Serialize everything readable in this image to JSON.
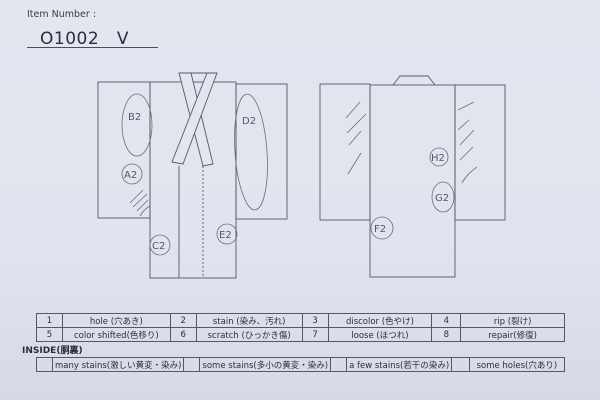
{
  "header": {
    "item_label": "Item Number :",
    "item_number": "O1002   V"
  },
  "diagrams": {
    "back_view": {
      "marks": [
        {
          "id": "B2",
          "label": "B2",
          "shape": "oval"
        },
        {
          "id": "A2",
          "label": "A2",
          "shape": "circle"
        },
        {
          "id": "D2",
          "label": "D2",
          "shape": "oval"
        },
        {
          "id": "C2",
          "label": "C2",
          "shape": "circle"
        },
        {
          "id": "E2",
          "label": "E2",
          "shape": "circle"
        }
      ]
    },
    "front_view": {
      "marks": [
        {
          "id": "H2",
          "label": "H2",
          "shape": "circle"
        },
        {
          "id": "G2",
          "label": "G2",
          "shape": "oval"
        },
        {
          "id": "F2",
          "label": "F2",
          "shape": "circle"
        }
      ]
    }
  },
  "legend": {
    "rows": [
      [
        {
          "num": "1",
          "label": "hole (穴あき)"
        },
        {
          "num": "2",
          "label": "stain (染み、汚れ)"
        },
        {
          "num": "3",
          "label": "discolor (色やけ)"
        },
        {
          "num": "4",
          "label": "rip (裂け)"
        }
      ],
      [
        {
          "num": "5",
          "label": "color shifted(色移り)"
        },
        {
          "num": "6",
          "label": "scratch (ひっかき傷)"
        },
        {
          "num": "7",
          "label": "loose (ほつれ)"
        },
        {
          "num": "8",
          "label": "repair(修復)"
        }
      ]
    ]
  },
  "inside": {
    "title": "INSIDE(胴裏)",
    "cells": [
      {
        "check": "",
        "label": "many stains(激しい黄変・染み)"
      },
      {
        "check": "",
        "label": "some stains(多小の黄変・染み)"
      },
      {
        "check": "",
        "label": "a few stains(若干の染み)"
      },
      {
        "check": "",
        "label": "some holes(穴あり)"
      }
    ]
  },
  "colors": {
    "paper": "#e2e4ee",
    "ink": "#555867",
    "pencil": "#6a6d7e"
  }
}
